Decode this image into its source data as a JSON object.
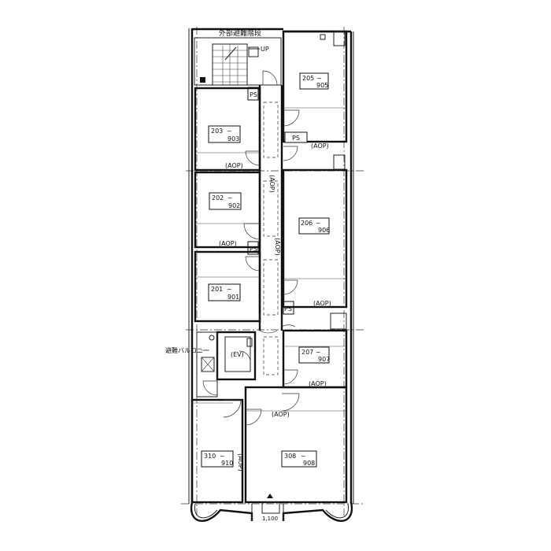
{
  "stair": {
    "title": "外部避難階段",
    "up": "UP"
  },
  "balcony_label": "避難バルコニー",
  "elevator_label": "(EV)",
  "shaft_label": "PS",
  "aop_label": "(AOP)",
  "scale_label": "1,100",
  "units": [
    {
      "id": "u205",
      "top": "205",
      "sep": "~",
      "bottom": "905"
    },
    {
      "id": "u203",
      "top": "203",
      "sep": "~",
      "bottom": "903"
    },
    {
      "id": "u202",
      "top": "202",
      "sep": "~",
      "bottom": "902"
    },
    {
      "id": "u206",
      "top": "206",
      "sep": "~",
      "bottom": "906"
    },
    {
      "id": "u201",
      "top": "201",
      "sep": "~",
      "bottom": "901"
    },
    {
      "id": "u207",
      "top": "207",
      "sep": "~",
      "bottom": "907"
    },
    {
      "id": "u310",
      "top": "310",
      "sep": "~",
      "bottom": "910"
    },
    {
      "id": "u308",
      "top": "308",
      "sep": "~",
      "bottom": "908"
    }
  ]
}
